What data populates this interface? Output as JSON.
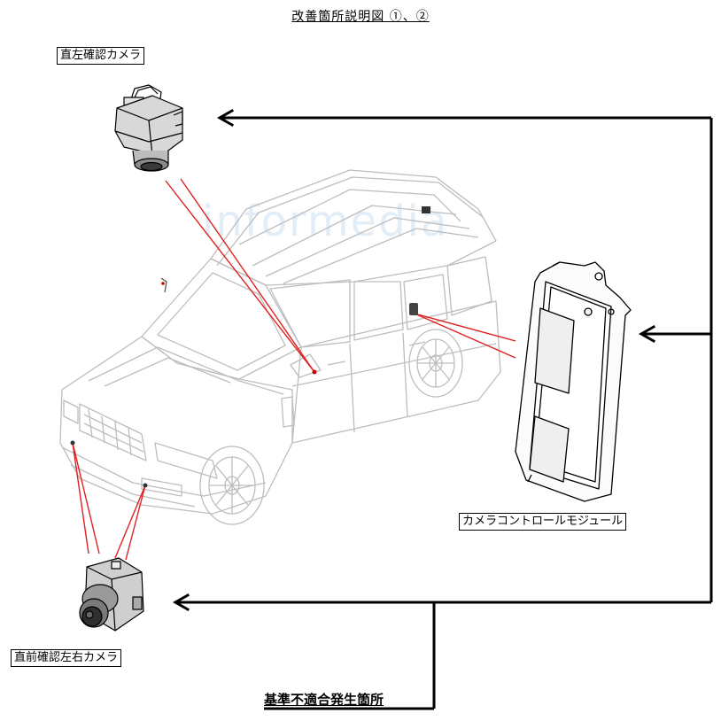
{
  "title": "改善箇所説明図 ①、②",
  "labels": {
    "top_camera": "直左確認カメラ",
    "bottom_camera": "直前確認左右カメラ",
    "module": "カメラコントロールモジュール",
    "issue": "基準不適合発生箇所"
  },
  "watermark": "informedia",
  "icons": {
    "top_camera": "camera-icon",
    "bottom_camera": "camera-icon",
    "module": "control-module-icon",
    "vehicle": "suv-vehicle-illustration"
  },
  "colors": {
    "callout_line": "#e02020",
    "connector": "#000000",
    "vehicle_outline": "#b8b8b8"
  }
}
